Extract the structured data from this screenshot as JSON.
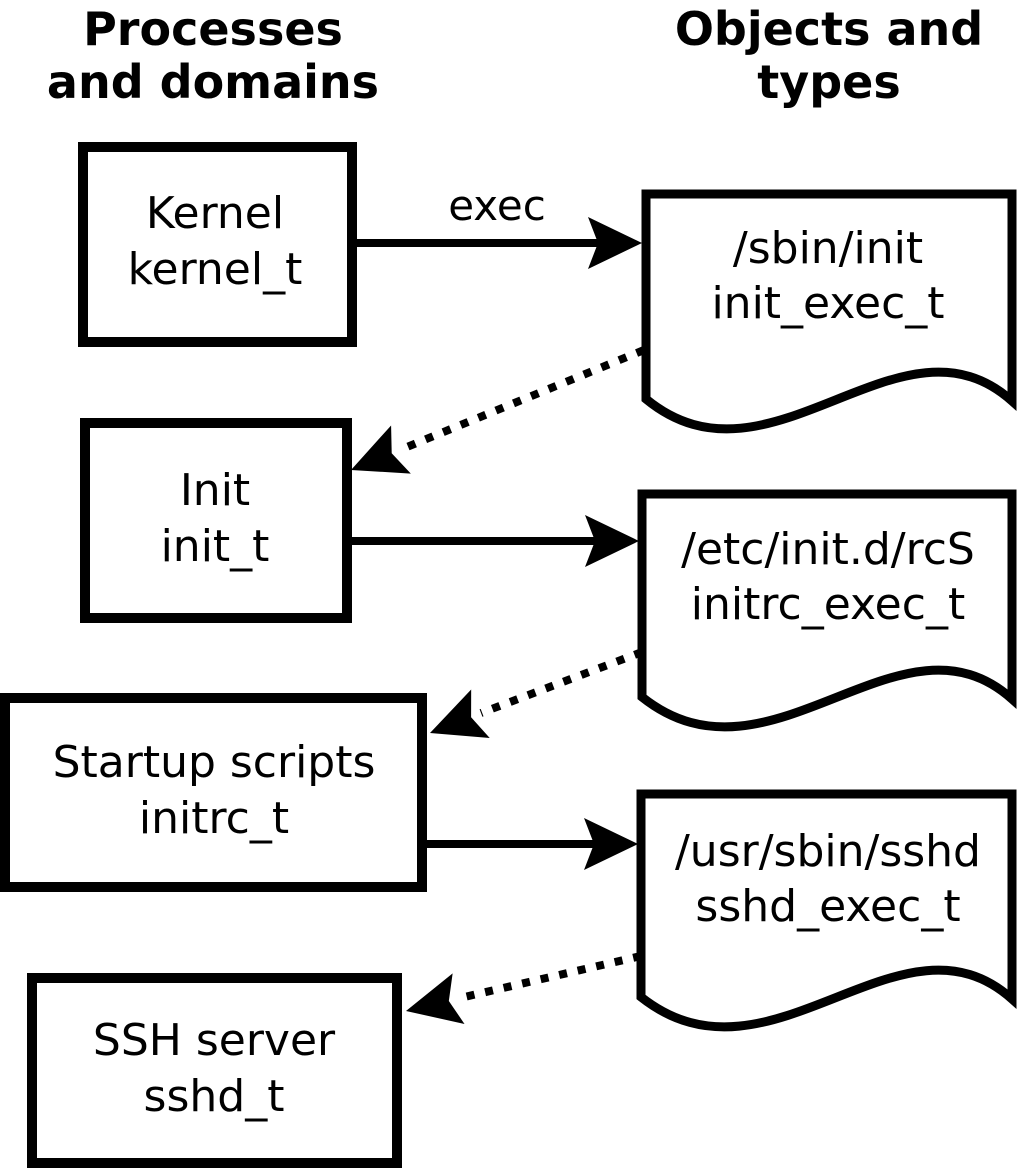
{
  "headers": {
    "left": {
      "line1": "Processes",
      "line2": "and domains"
    },
    "right": {
      "line1": "Objects and",
      "line2": "types"
    }
  },
  "processes": [
    {
      "label": "Kernel",
      "domain": "kernel_t"
    },
    {
      "label": "Init",
      "domain": "init_t"
    },
    {
      "label": "Startup scripts",
      "domain": "initrc_t"
    },
    {
      "label": "SSH server",
      "domain": "sshd_t"
    }
  ],
  "objects": [
    {
      "path": "/sbin/init",
      "type": "init_exec_t"
    },
    {
      "path": "/etc/init.d/rcS",
      "type": "initrc_exec_t"
    },
    {
      "path": "/usr/sbin/sshd",
      "type": "sshd_exec_t"
    }
  ],
  "edges": [
    {
      "from": "Kernel (kernel_t)",
      "to": "/sbin/init (init_exec_t)",
      "style": "solid",
      "label": "exec"
    },
    {
      "from": "/sbin/init (init_exec_t)",
      "to": "Init (init_t)",
      "style": "dotted",
      "label": ""
    },
    {
      "from": "Init (init_t)",
      "to": "/etc/init.d/rcS (initrc_exec_t)",
      "style": "solid",
      "label": ""
    },
    {
      "from": "/etc/init.d/rcS (initrc_exec_t)",
      "to": "Startup scripts (initrc_t)",
      "style": "dotted",
      "label": ""
    },
    {
      "from": "Startup scripts (initrc_t)",
      "to": "/usr/sbin/sshd (sshd_exec_t)",
      "style": "solid",
      "label": ""
    },
    {
      "from": "/usr/sbin/sshd (sshd_exec_t)",
      "to": "SSH server (sshd_t)",
      "style": "dotted",
      "label": ""
    }
  ],
  "colors": {
    "foreground": "#000000",
    "background": "#ffffff"
  }
}
